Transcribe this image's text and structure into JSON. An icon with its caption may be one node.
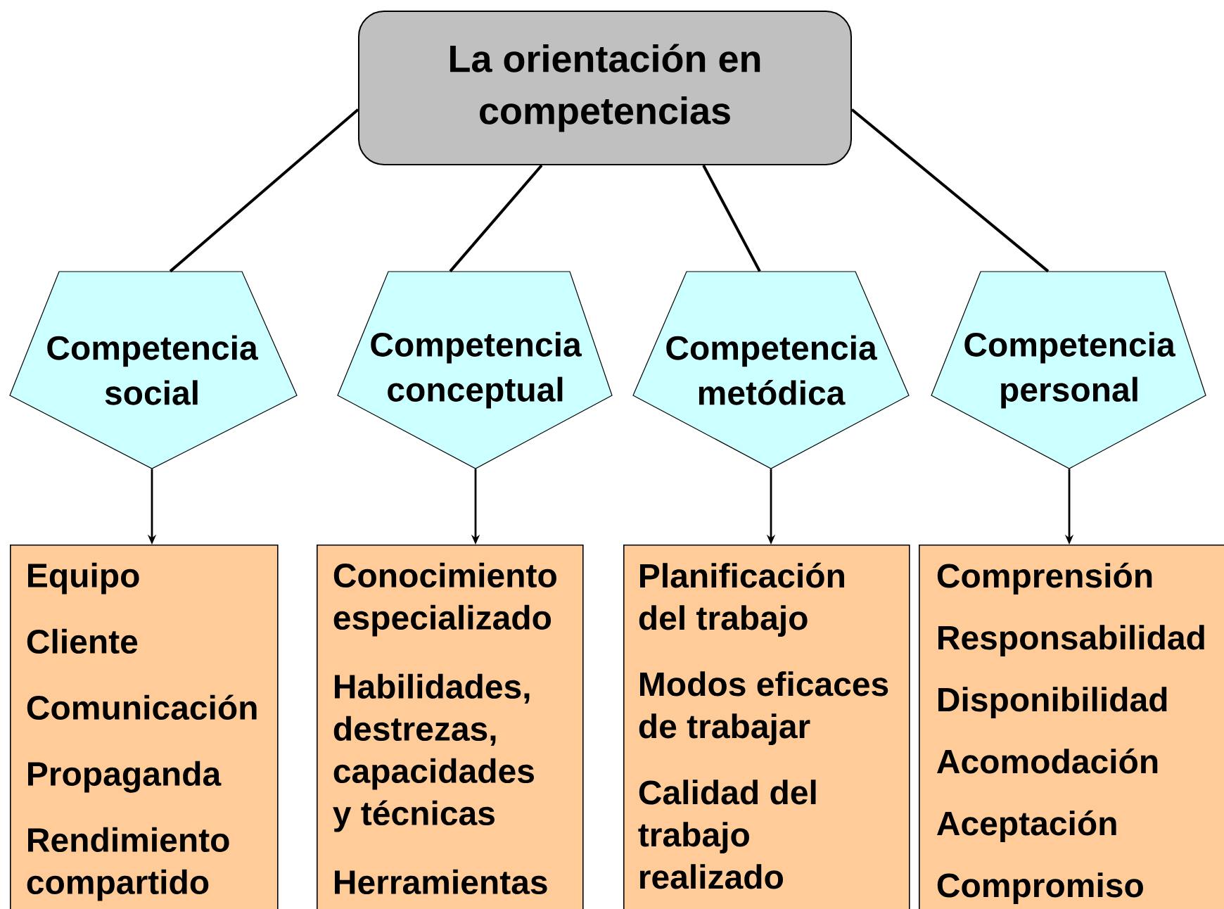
{
  "diagram": {
    "nodes": [
      {
        "text": [
          "La orientación en competencias"
        ]
      },
      {
        "text": [
          "Competencia social"
        ]
      },
      {
        "text": [
          "Competencia conceptual"
        ]
      },
      {
        "text": [
          "Competencia metódica"
        ]
      },
      {
        "text": [
          "Competencia personal"
        ]
      },
      {
        "text": [
          "Equipo",
          "Cliente",
          "Comunicación",
          "Propaganda",
          "Rendimiento compartido"
        ]
      },
      {
        "text": [
          "Conocimiento especializado",
          "Habilidades, destrezas, capacidades y técnicas",
          "Herramientas"
        ]
      },
      {
        "text": [
          "Planificación del trabajo",
          "Modos eficaces de trabajar",
          "Calidad del trabajo realizado"
        ]
      },
      {
        "text": [
          "Comprensión",
          "Responsabilidad",
          "Disponibilidad",
          "Acomodación",
          "Aceptación",
          "Compromiso"
        ]
      }
    ],
    "edges": [
      {
        "from": 0,
        "to": 1,
        "arrow": "none"
      },
      {
        "from": 0,
        "to": 2,
        "arrow": "none"
      },
      {
        "from": 0,
        "to": 3,
        "arrow": "none"
      },
      {
        "from": 0,
        "to": 4,
        "arrow": "none"
      },
      {
        "from": 1,
        "to": 5,
        "arrow": "to"
      },
      {
        "from": 2,
        "to": 6,
        "arrow": "to"
      },
      {
        "from": 3,
        "to": 7,
        "arrow": "to"
      },
      {
        "from": 4,
        "to": 8,
        "arrow": "to"
      }
    ]
  }
}
